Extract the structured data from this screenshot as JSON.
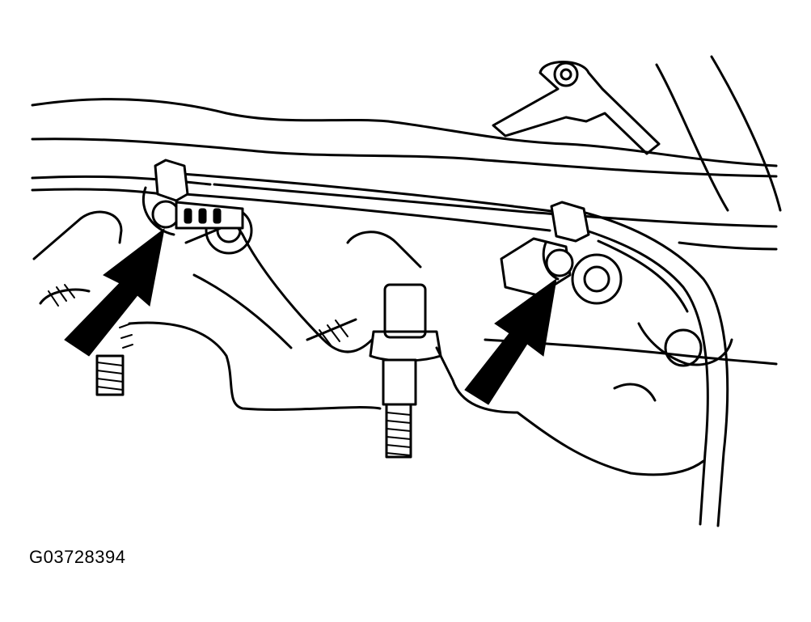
{
  "figure": {
    "id_label": "G03728394"
  },
  "colors": {
    "ink": "#000000",
    "background": "#ffffff"
  },
  "callouts": [
    {
      "name": "arrow-left",
      "points_to": "left-connector-clip"
    },
    {
      "name": "arrow-right",
      "points_to": "right-connector-clip"
    }
  ]
}
